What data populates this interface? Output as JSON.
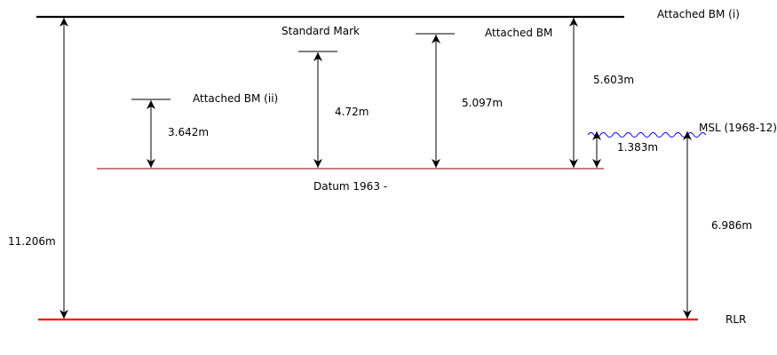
{
  "colors": {
    "line": "#000000",
    "datum": "#8b0000",
    "rlr": "#ff0000",
    "msl": "#0000ff",
    "background": "#ffffff"
  },
  "levels": {
    "attached_bm_i": "Attached BM (i)",
    "attached_bm": "Attached BM",
    "standard_mark": "Standard Mark",
    "attached_bm_ii": "Attached BM (ii)",
    "msl": "MSL (1968-12)",
    "datum": "Datum 1963 -",
    "rlr": "RLR"
  },
  "measurements": {
    "bm_i_to_rlr": "11.206m",
    "bm_ii_to_datum": "3.642m",
    "standard_mark_to_datum": "4.72m",
    "attached_bm_to_datum": "5.097m",
    "bm_i_to_datum": "5.603m",
    "msl_to_datum": "1.383m",
    "msl_to_rlr": "6.986m"
  }
}
